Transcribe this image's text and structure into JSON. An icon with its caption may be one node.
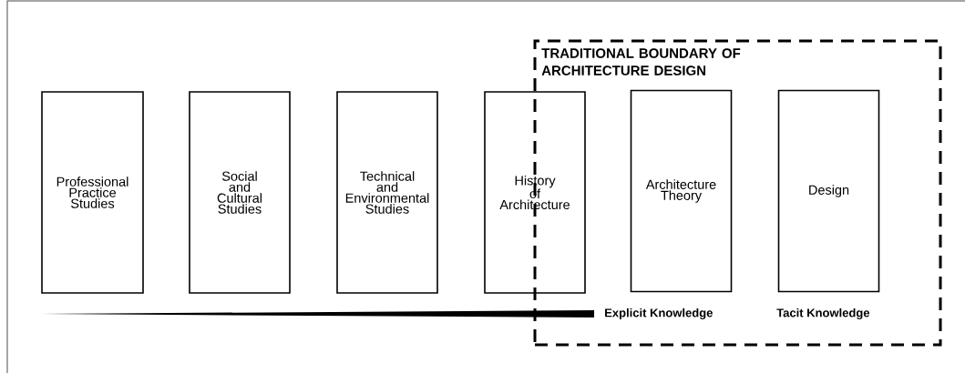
{
  "diagram": {
    "nodes": [
      {
        "text": [
          "Professional Practice Studies"
        ]
      },
      {
        "text": [
          "Social and Cultural Studies"
        ]
      },
      {
        "text": [
          "Technical and Environmental Studies"
        ]
      },
      {
        "text": [
          "History of Architecture"
        ]
      },
      {
        "text": [
          "TRADITIONAL BOUNDARY OF ARCHITECTURE DESIGN"
        ]
      },
      {
        "text": [
          "Architecture Theory"
        ],
        "in": 4
      },
      {
        "text": [
          "Design"
        ],
        "in": 4
      }
    ],
    "edges": [],
    "labels": [
      "Explicit Knowledge",
      "Tacit Knowledge"
    ]
  }
}
